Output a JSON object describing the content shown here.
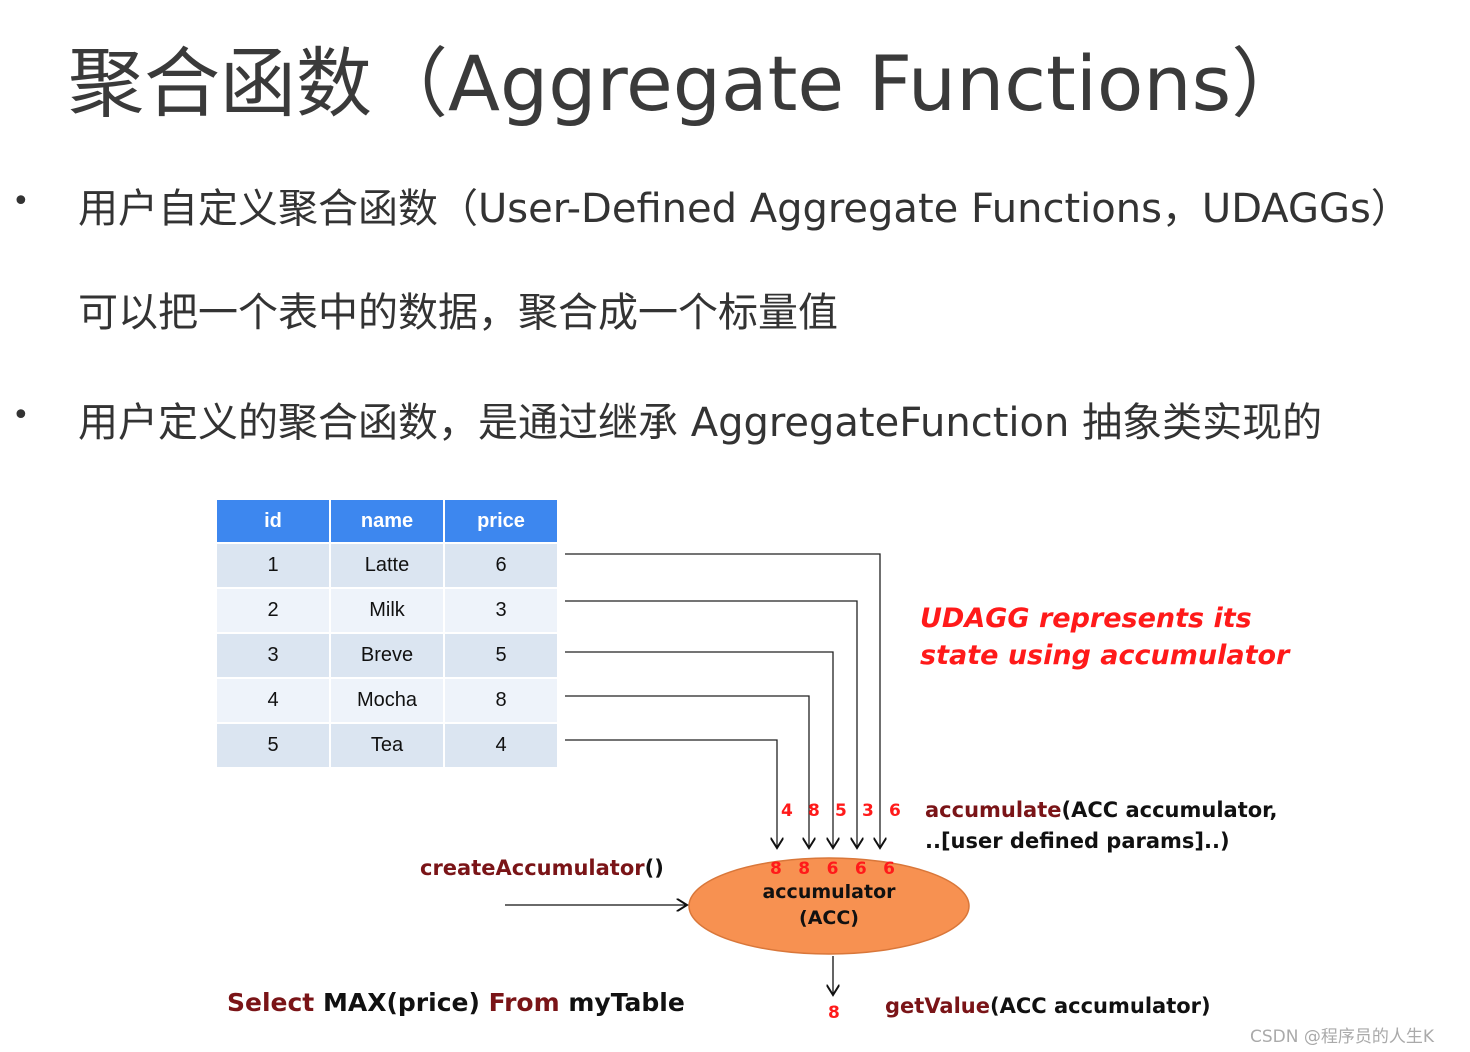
{
  "title": "聚合函数（Aggregate Functions）",
  "bullets": [
    {
      "line1": "用户自定义聚合函数（User-Defined Aggregate Functions，UDAGGs）",
      "line2": "可以把一个表中的数据，聚合成一个标量值"
    },
    {
      "line1": "用户定义的聚合函数，是通过继承 AggregateFunction 抽象类实现的"
    }
  ],
  "bullet_symbol": "•",
  "table": {
    "headers": [
      "id",
      "name",
      "price"
    ],
    "rows": [
      [
        "1",
        "Latte",
        "6"
      ],
      [
        "2",
        "Milk",
        "3"
      ],
      [
        "3",
        "Breve",
        "5"
      ],
      [
        "4",
        "Mocha",
        "8"
      ],
      [
        "5",
        "Tea",
        "4"
      ]
    ]
  },
  "note": {
    "line1": "UDAGG represents its",
    "line2": "state using accumulator"
  },
  "arrow_values": [
    "4",
    "8",
    "5",
    "3",
    "6"
  ],
  "acc_values": [
    "8",
    "8",
    "6",
    "6",
    "6"
  ],
  "accumulator": {
    "line1": "accumulator",
    "line2": "(ACC)"
  },
  "accumulate": {
    "method": "accumulate",
    "args1": "(ACC accumulator,",
    "args2": "..[user defined params]..)"
  },
  "create": {
    "method": "createAccumulator",
    "args": "()"
  },
  "getvalue": {
    "method": "getValue",
    "args": "(ACC accumulator)",
    "result": "8"
  },
  "sql": {
    "k1": "Select ",
    "p1": "MAX(price) ",
    "k2": "From ",
    "p2": "myTable"
  },
  "watermark": "CSDN @程序员的人生K",
  "colors": {
    "header": "#3d87ef",
    "acc": "#f79151",
    "method": "#7a1417",
    "note": "#ff1a1a"
  }
}
